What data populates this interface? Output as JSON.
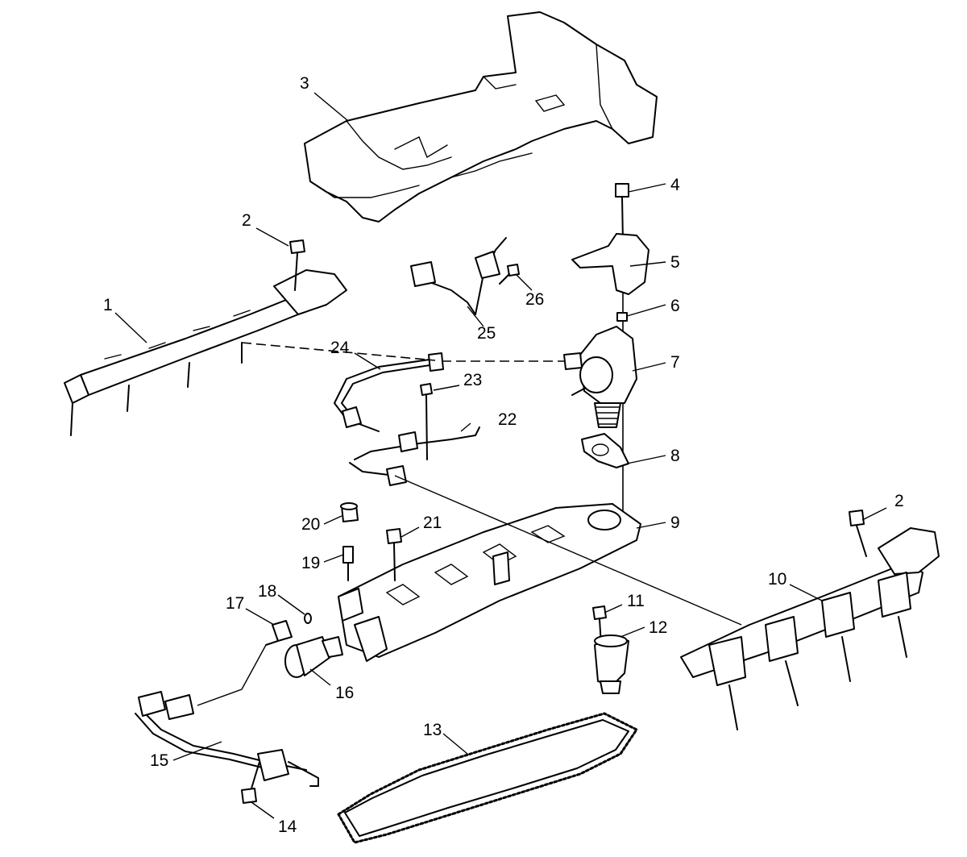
{
  "callouts": {
    "c1": "1",
    "c2a": "2",
    "c2b": "2",
    "c3": "3",
    "c4": "4",
    "c5": "5",
    "c6": "6",
    "c7": "7",
    "c8": "8",
    "c9": "9",
    "c10": "10",
    "c11": "11",
    "c12": "12",
    "c13": "13",
    "c14": "14",
    "c15": "15",
    "c16": "16",
    "c17": "17",
    "c18": "18",
    "c19": "19",
    "c20": "20",
    "c21": "21",
    "c22": "22",
    "c23": "23",
    "c24": "24",
    "c25": "25",
    "c26": "26"
  }
}
